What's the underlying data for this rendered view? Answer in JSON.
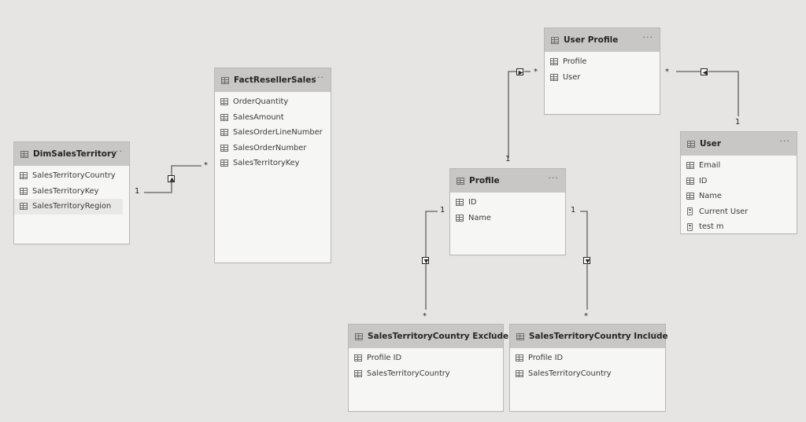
{
  "tables": [
    {
      "id": "DimSalesTerritory",
      "title": "DimSalesTerritory",
      "fields": [
        {
          "label": "SalesTerritoryCountry",
          "icon": "column-icon"
        },
        {
          "label": "SalesTerritoryKey",
          "icon": "column-icon"
        },
        {
          "label": "SalesTerritoryRegion",
          "icon": "column-icon",
          "highlighted": true
        }
      ]
    },
    {
      "id": "FactResellerSales",
      "title": "FactResellerSales",
      "fields": [
        {
          "label": "OrderQuantity",
          "icon": "column-icon"
        },
        {
          "label": "SalesAmount",
          "icon": "column-icon"
        },
        {
          "label": "SalesOrderLineNumber",
          "icon": "column-icon"
        },
        {
          "label": "SalesOrderNumber",
          "icon": "column-icon"
        },
        {
          "label": "SalesTerritoryKey",
          "icon": "column-icon"
        }
      ]
    },
    {
      "id": "UserProfile",
      "title": "User Profile",
      "fields": [
        {
          "label": "Profile",
          "icon": "column-icon"
        },
        {
          "label": "User",
          "icon": "column-icon"
        }
      ]
    },
    {
      "id": "User",
      "title": "User",
      "fields": [
        {
          "label": "Email",
          "icon": "column-icon"
        },
        {
          "label": "ID",
          "icon": "column-icon"
        },
        {
          "label": "Name",
          "icon": "column-icon"
        },
        {
          "label": "Current User",
          "icon": "measure-icon"
        },
        {
          "label": "test m",
          "icon": "measure-icon"
        }
      ]
    },
    {
      "id": "Profile",
      "title": "Profile",
      "fields": [
        {
          "label": "ID",
          "icon": "column-icon"
        },
        {
          "label": "Name",
          "icon": "column-icon"
        }
      ]
    },
    {
      "id": "STCExclude",
      "title": "SalesTerritoryCountry Exclude",
      "fields": [
        {
          "label": "Profile ID",
          "icon": "column-icon"
        },
        {
          "label": "SalesTerritoryCountry",
          "icon": "column-icon"
        }
      ]
    },
    {
      "id": "STCInclude",
      "title": "SalesTerritoryCountry Include",
      "fields": [
        {
          "label": "Profile ID",
          "icon": "column-icon"
        },
        {
          "label": "SalesTerritoryCountry",
          "icon": "column-icon"
        }
      ]
    }
  ],
  "more_glyph": "···",
  "relationships": [
    {
      "from": "DimSalesTerritory",
      "to": "FactResellerSales",
      "one_label": "1",
      "many_label": "*",
      "filter_direction": "up"
    },
    {
      "from": "Profile",
      "to": "UserProfile",
      "one_label": "1",
      "many_label": "*",
      "filter_direction": "right"
    },
    {
      "from": "User",
      "to": "UserProfile",
      "one_label": "1",
      "many_label": "*",
      "filter_direction": "left"
    },
    {
      "from": "Profile",
      "to": "STCExclude",
      "one_label": "1",
      "many_label": "*",
      "filter_direction": "down"
    },
    {
      "from": "Profile",
      "to": "STCInclude",
      "one_label": "1",
      "many_label": "*",
      "filter_direction": "down"
    }
  ],
  "colors": {
    "canvas": "#e6e5e4",
    "header": "#c8c7c6",
    "card": "#f6f6f5",
    "line": "#5f5e5d"
  }
}
